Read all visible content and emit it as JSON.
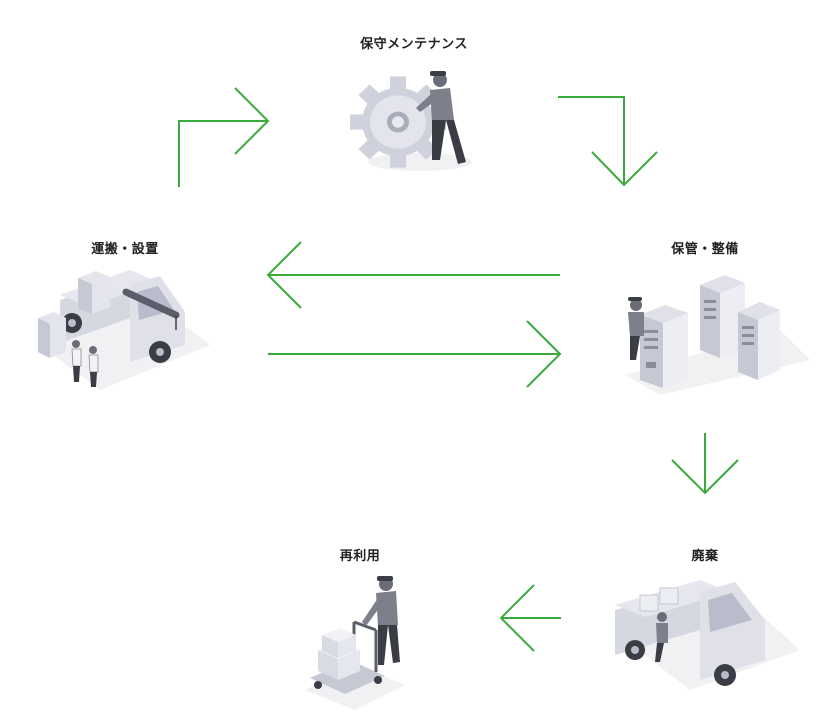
{
  "stages": {
    "maintenance": {
      "label": "保守メンテナンス",
      "icon": "gear-worker-icon"
    },
    "storage": {
      "label": "保管・整備",
      "icon": "vending-machine-storage-icon"
    },
    "disposal": {
      "label": "廃棄",
      "icon": "disposal-truck-icon"
    },
    "reuse": {
      "label": "再利用",
      "icon": "hand-cart-icon"
    },
    "transport": {
      "label": "運搬・設置",
      "icon": "crane-truck-icon"
    }
  },
  "colors": {
    "arrow": "#3aaa3a",
    "illustration_light": "#e4e5ee",
    "illustration_mid": "#b9bccb",
    "illustration_dark": "#5a5d6a"
  }
}
